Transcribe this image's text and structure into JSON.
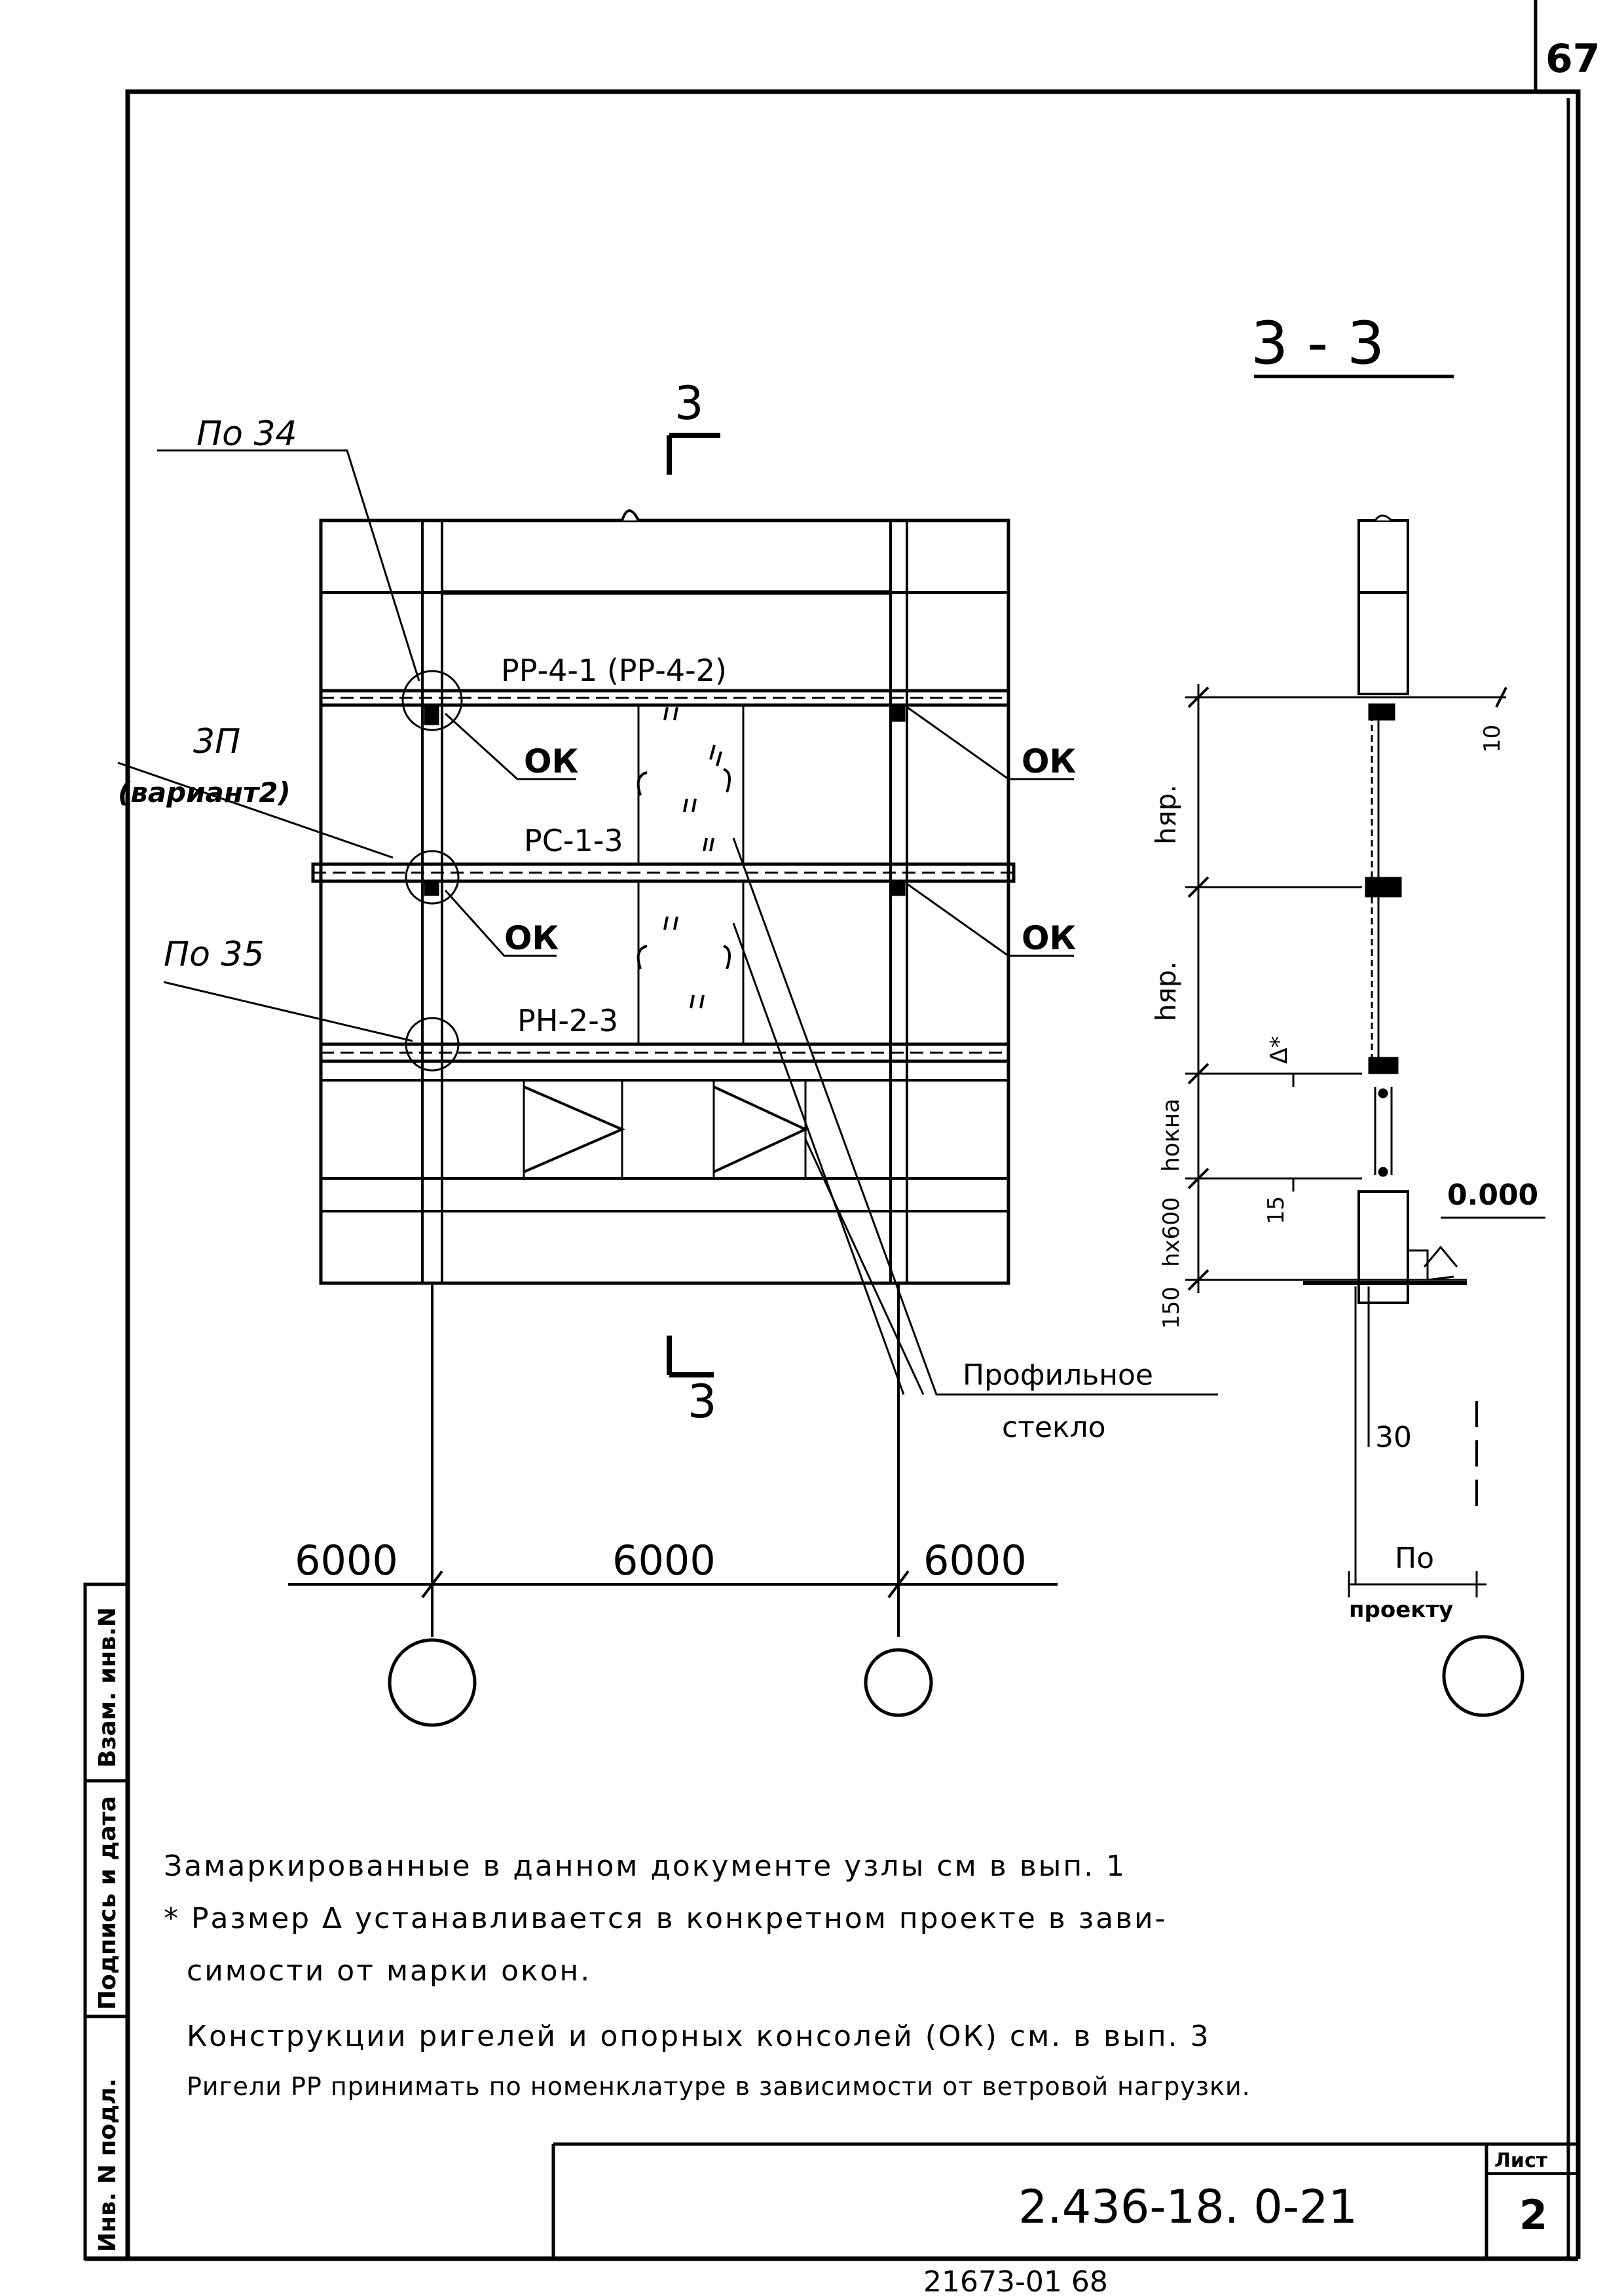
{
  "page_number": "67",
  "section_title": "3 - 3",
  "section_mark": "3",
  "section_mark_bottom": "3",
  "labels": {
    "po34": "По 34",
    "uzel2": "3П",
    "variant2": "(вариант2)",
    "po35": "По 35",
    "rigel_top": "РР-4-1 (РР-4-2)",
    "rigel_mid": "РС-1-3",
    "rigel_bot": "РН-2-3",
    "ok": "ОК",
    "glass_line1": "Профильное",
    "glass_line2": "стекло"
  },
  "dimensions": {
    "span1": "6000",
    "span2": "6000",
    "span3": "6000",
    "elev_zero": "0.000",
    "h_yar": "hяр.",
    "h_okna": "hокна",
    "h_600": "hх600",
    "d150": "150",
    "d15": "15",
    "d30": "30",
    "d10": "10",
    "delta": "Δ*",
    "po_proektu_1": "По",
    "po_proektu_2": "проекту"
  },
  "notes": [
    "Замаркированные в данном документе узлы см в вып. 1",
    "* Размер Δ устанавливается в конкретном проекте в зави-",
    "симости от марки окон.",
    "Конструкции ригелей и опорных консолей (ОК) см. в вып. 3",
    "Ригели РР принимать по номенклатуре в зависимости от ветровой нагрузки."
  ],
  "side_stamp": {
    "col1": "Инв. N подл.",
    "col2": "Подпись и дата",
    "col3": "Взам. инв.N"
  },
  "title_block": {
    "code": "2.436-18. 0-21",
    "sheet_label": "Лист",
    "sheet_number": "2",
    "bottom_code": "21673-01 68"
  }
}
